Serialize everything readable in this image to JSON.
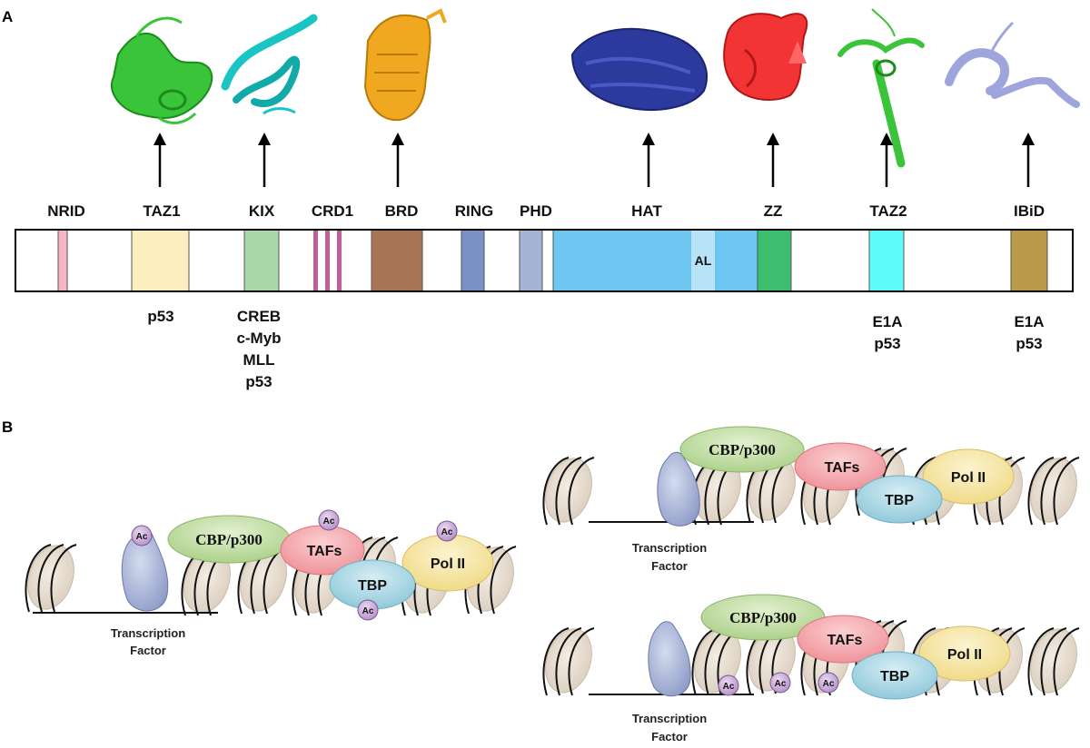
{
  "panel_a": {
    "label": "A",
    "domains": [
      {
        "name": "NRID"
      },
      {
        "name": "TAZ1"
      },
      {
        "name": "KIX"
      },
      {
        "name": "CRD1"
      },
      {
        "name": "BRD"
      },
      {
        "name": "RING"
      },
      {
        "name": "PHD"
      },
      {
        "name": "HAT"
      },
      {
        "name": "ZZ"
      },
      {
        "name": "TAZ2"
      },
      {
        "name": "IBiD"
      }
    ],
    "al_label": "AL",
    "partners": {
      "taz1": [
        "p53"
      ],
      "kix": [
        "CREB",
        "c-Myb",
        "MLL",
        "p53"
      ],
      "taz2": [
        "E1A",
        "p53"
      ],
      "ibid": [
        "E1A",
        "p53"
      ]
    },
    "colors": {
      "nrid": "#f4b6c2",
      "taz1": "#fbefc0",
      "kix": "#a8d8a8",
      "crd1": "#c0609a",
      "brd": "#a87554",
      "ring": "#7b93c4",
      "phd": "#a3b4d6",
      "hat": "#6cc6ef",
      "al": "#b8e2f8",
      "zz": "#3dbd6e",
      "taz2": "#5ffcfc",
      "ibid": "#b89a48"
    }
  },
  "panel_b": {
    "label": "B",
    "complexes": {
      "cbp": "CBP/p300",
      "tafs": "TAFs",
      "tbp": "TBP",
      "pol": "Pol II"
    },
    "ac_label": "Ac",
    "tf_line1": "Transcription",
    "tf_line2": "Factor",
    "colors": {
      "cbp": "#c5e0a5",
      "tafs": "#f5a3a8",
      "tbp": "#a9d8e6",
      "pol": "#f7e7a6",
      "ac": "#c9a9d9",
      "tf": "#aab6d9",
      "nucleosome": "#ece3d8"
    }
  }
}
